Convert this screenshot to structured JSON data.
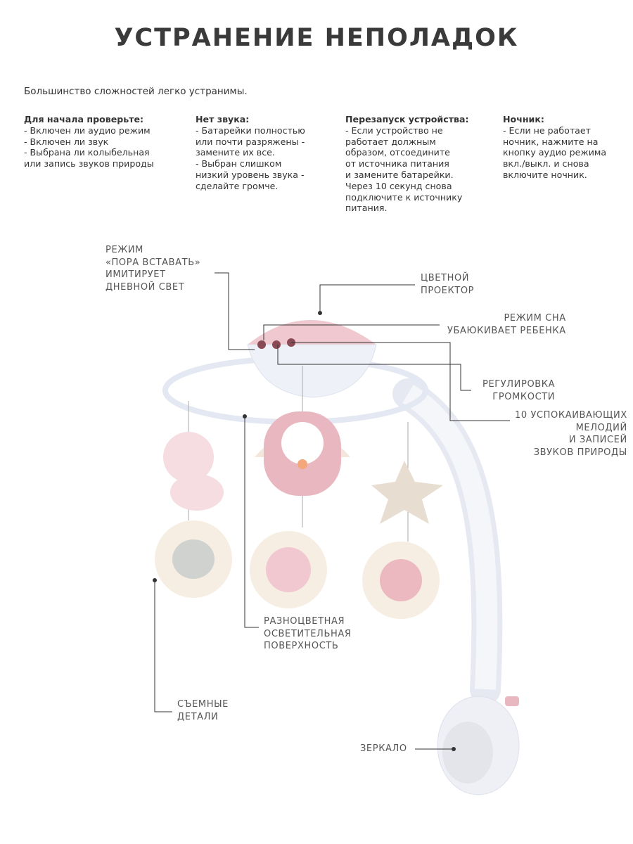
{
  "title": "УСТРАНЕНИЕ НЕПОЛАДОК",
  "intro": "Большинство сложностей легко устранимы.",
  "columns": [
    {
      "heading": "Для начала проверьте:",
      "body": "- Включен ли аудио режим\n- Включен ли звук\n- Выбрана ли колыбельная\nили запись звуков природы"
    },
    {
      "heading": "Нет звука:",
      "body": "- Батарейки полностью\nили почти разряжены -\nзамените их все.\n- Выбран слишком\nнизкий уровень звука -\nсделайте громче."
    },
    {
      "heading": "Перезапуск устройства:",
      "body": "- Если устройство не\nработает должным\nобразом, отсоедините\nот источника питания\nи замените батарейки.\nЧерез 10 секунд снова\nподключите к источнику\nпитания."
    },
    {
      "heading": "Ночник:",
      "body": "- Если не работает\nночник, нажмите на\nкнопку аудио режима\nвкл./выкл. и снова\nвключите ночник."
    }
  ],
  "labels": {
    "wake": "РЕЖИМ\n«ПОРА ВСТАВАТЬ»\nИМИТИРУЕТ\nДНЕВНОЙ СВЕТ",
    "projector": "ЦВЕТНОЙ\nПРОЕКТОР",
    "sleep": "РЕЖИМ СНА\nУБАЮКИВАЕТ РЕБЕНКА",
    "volume": "РЕГУЛИРОВКА\nГРОМКОСТИ",
    "melodies": "10 УСПОКАИВАЮЩИХ\nМЕЛОДИЙ\nИ ЗАПИСЕЙ\nЗВУКОВ ПРИРОДЫ",
    "surface": "РАЗНОЦВЕТНАЯ\nОСВЕТИТЕЛЬНАЯ\nПОВЕРХНОСТЬ",
    "removable": "СЪЕМНЫЕ\nДЕТАЛИ",
    "mirror": "ЗЕРКАЛО"
  },
  "colors": {
    "pink": "#e9b7bf",
    "cream": "#f3e6dc",
    "white": "#f1f3f8",
    "line": "#333333"
  }
}
